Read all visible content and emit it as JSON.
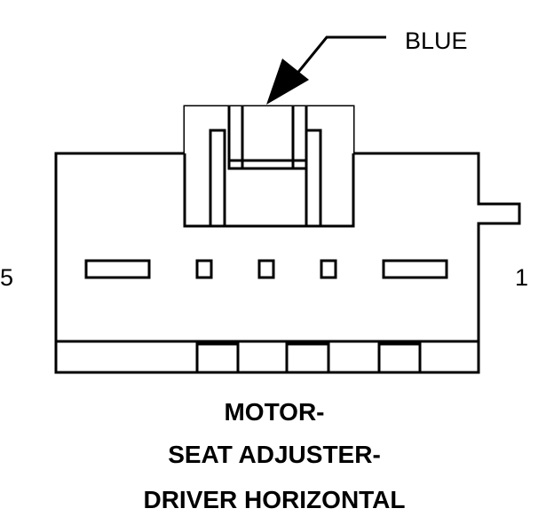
{
  "callout": {
    "label": "BLUE"
  },
  "pins": {
    "left": "5",
    "right": "1"
  },
  "title": {
    "line1": "MOTOR-",
    "line2": "SEAT ADJUSTER-",
    "line3": "DRIVER HORIZONTAL"
  },
  "colors": {
    "ink": "#000000",
    "paper": "#ffffff"
  }
}
